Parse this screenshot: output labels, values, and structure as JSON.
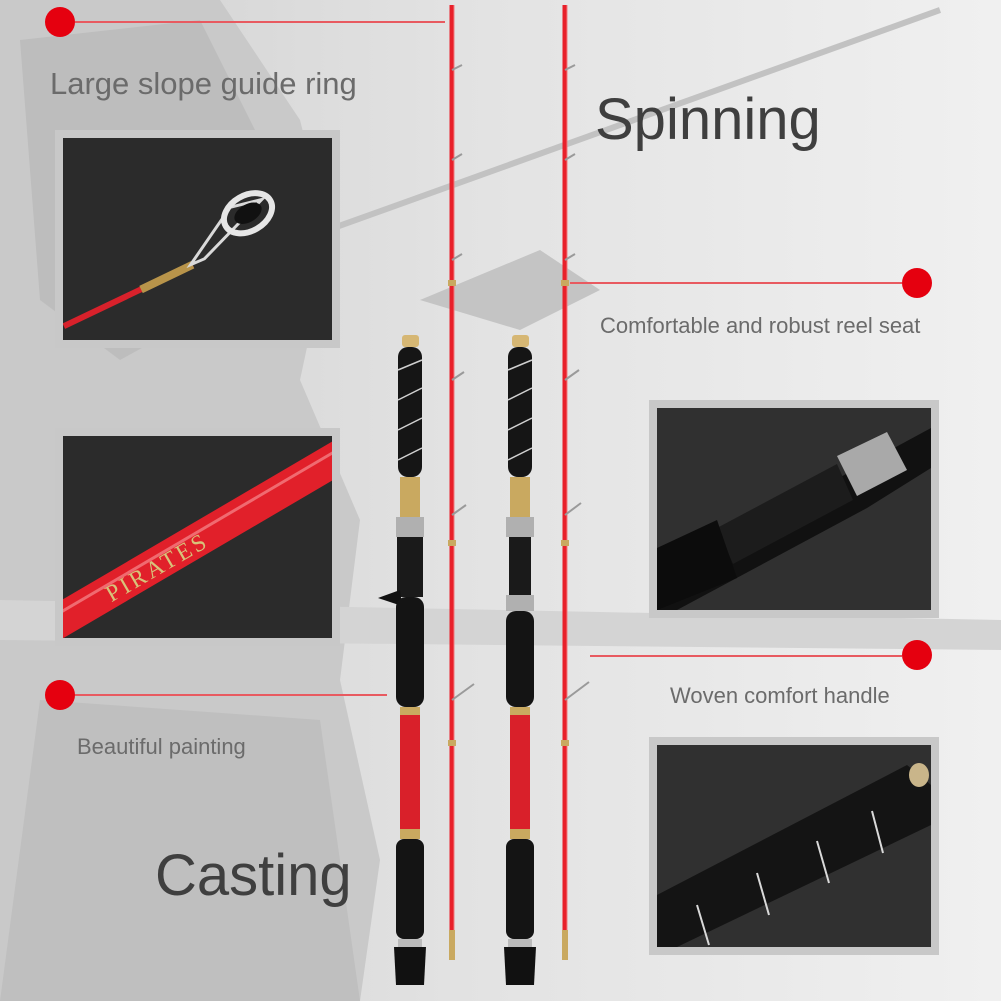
{
  "labels": {
    "guide_ring": "Large slope guide ring",
    "reel_seat": "Comfortable and robust reel seat",
    "painting": "Beautiful painting",
    "handle": "Woven comfort handle"
  },
  "titles": {
    "spinning": "Spinning",
    "casting": "Casting"
  },
  "rod_brand_text": "PIRATES",
  "colors": {
    "accent_red": "#e5000f",
    "rod_red": "#e8202a",
    "text_gray": "#6b6b6b",
    "title_gray": "#3f3f3f"
  }
}
